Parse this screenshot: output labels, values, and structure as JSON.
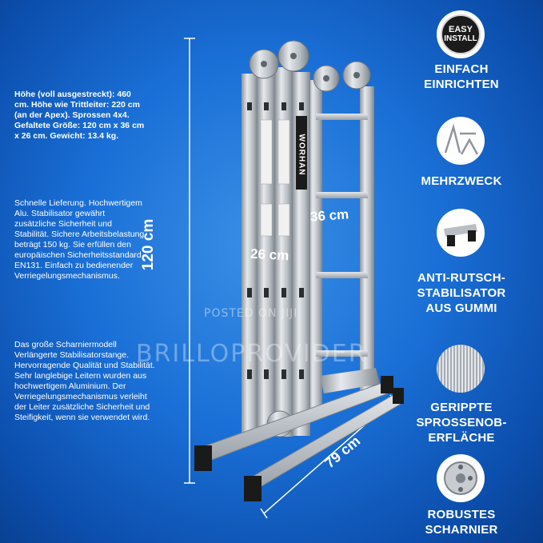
{
  "specs": {
    "block1": "Höhe (voll ausgestreckt): 460 cm. Höhe wie Trittleiter: 220 cm (an der Apex). Sprossen 4x4. Gefaltete Größe: 120 cm x 36 cm x 26 cm. Gewicht: 13.4 kg.",
    "block2": "Schnelle Lieferung. Hochwertigem Alu. Stabilisator gewährt zusätzliche Sicherheit und Stabilität. Sichere Arbeitsbelastung beträgt 150 kg. Sie erfüllen den europäischen Sicherheitsstandard EN131. Einfach zu bedienender Verriegelungsmechanismus.",
    "block3": "Das große Scharniermodell Verlängerte Stabilisatorstange. Hervorragende Qualität und Stabilität. Sehr langlebige Leitern wurden aus hochwertigem Aluminium. Der Verriegelungsmechanismus verleiht der Leiter zusätzliche Sicherheit und Steifigkeit, wenn sie verwendet wird."
  },
  "dimensions": {
    "height": "120 cm",
    "depth": "36 cm",
    "width": "26 cm",
    "base": "79 cm"
  },
  "brand": "WORHAN",
  "badge": {
    "line1": "EASY",
    "line2": "INSTALL"
  },
  "features": [
    {
      "lines": [
        "EINFACH",
        "EINRICHTEN"
      ],
      "icon": "easy-install-badge-icon"
    },
    {
      "lines": [
        "MEHRZWECK"
      ],
      "icon": "ladder-configurations-icon"
    },
    {
      "lines": [
        "ANTI-RUTSCH-",
        "STABILISATOR",
        "AUS GUMMI"
      ],
      "icon": "rubber-foot-icon"
    },
    {
      "lines": [
        "GERIPPTE",
        "SPROSSENOB-",
        "ERFLÄCHE"
      ],
      "icon": "ribbed-rung-icon"
    },
    {
      "lines": [
        "ROBUSTES",
        "SCHARNIER"
      ],
      "icon": "hinge-icon"
    }
  ],
  "watermarks": {
    "small": "POSTED ON JIJI",
    "large": "BRILLOPROVIDER"
  },
  "colors": {
    "background": "#1a6fd6",
    "text": "#ffffff",
    "aluminium": "#c8ccd0"
  }
}
